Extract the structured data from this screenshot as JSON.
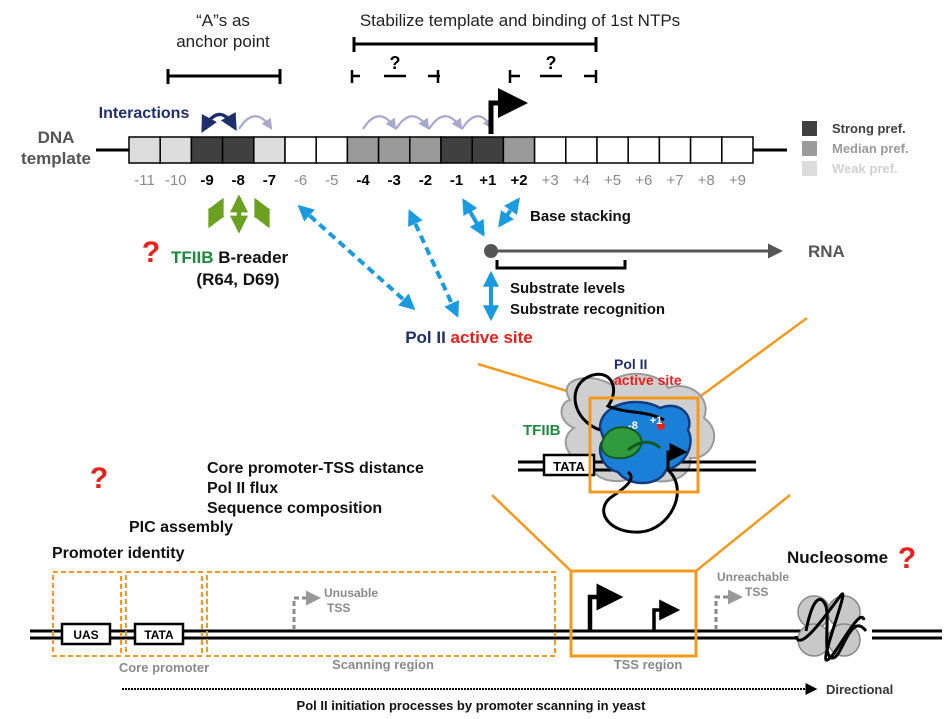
{
  "top": {
    "anchor_label_1": "“A”s as",
    "anchor_label_2": "anchor point",
    "stabilize_label": "Stabilize template and binding of 1st NTPs",
    "question_mark": "?"
  },
  "dna": {
    "label_1": "DNA",
    "label_2": "template",
    "interactions_label": "Interactions",
    "positions": [
      "-11",
      "-10",
      "-9",
      "-8",
      "-7",
      "-6",
      "-5",
      "-4",
      "-3",
      "-2",
      "-1",
      "+1",
      "+2",
      "+3",
      "+4",
      "+5",
      "+6",
      "+7",
      "+8",
      "+9"
    ],
    "preference_levels": [
      "weak",
      "weak",
      "strong",
      "strong",
      "weak",
      "none",
      "none",
      "median",
      "median",
      "median",
      "strong",
      "strong",
      "median",
      "none",
      "none",
      "none",
      "none",
      "none",
      "none",
      "none"
    ],
    "bold_positions": [
      "-9",
      "-8",
      "-7",
      "-4",
      "-3",
      "-2",
      "-1",
      "+1",
      "+2"
    ]
  },
  "legend": {
    "items": [
      {
        "label": "Strong pref.",
        "color": "#404040"
      },
      {
        "label": "Median pref.",
        "color": "#9a9a9a"
      },
      {
        "label": "Weak pref.",
        "color": "#dcdcdc"
      }
    ]
  },
  "mid": {
    "base_stacking": "Base stacking",
    "rna": "RNA",
    "substrate_levels": "Substrate levels",
    "substrate_recognition": "Substrate recognition",
    "tfiib": "TFIIB",
    "b_reader": " B-reader",
    "residues": "(R64, D69)",
    "pol2": "Pol II ",
    "active_site": "active site",
    "red_question": "?"
  },
  "inset": {
    "pol2": "Pol II",
    "active_site": "active site",
    "tfiib": "TFIIB",
    "pos_minus8": "-8",
    "pos_plus1": "+1",
    "tata": "TATA"
  },
  "lower": {
    "red_question": "?",
    "factors": [
      "Core promoter-TSS distance",
      "Pol II flux",
      "Sequence composition"
    ],
    "pic_assembly": "PIC assembly",
    "promoter_identity": "Promoter identity",
    "nucleosome": "Nucleosome",
    "uas": "UAS",
    "tata": "TATA",
    "unusable_1": "Unusable",
    "unusable_2": "TSS",
    "unreachable_1": "Unreachable",
    "unreachable_2": "TSS",
    "core_promoter": "Core promoter",
    "scanning_region": "Scanning region",
    "tss_region": "TSS region",
    "directional": "Directional",
    "caption": "Pol II initiation processes by promoter scanning in yeast"
  },
  "colors": {
    "strong": "#404040",
    "median": "#9a9a9a",
    "weak": "#dcdcdc",
    "navy": "#1f2f6b",
    "green": "#1e8a3c",
    "arrow_green": "#6aa121",
    "blue": "#1a9be0",
    "red": "#e8201c",
    "orange": "#f39a1e",
    "gray_text": "#8a8a8a"
  }
}
